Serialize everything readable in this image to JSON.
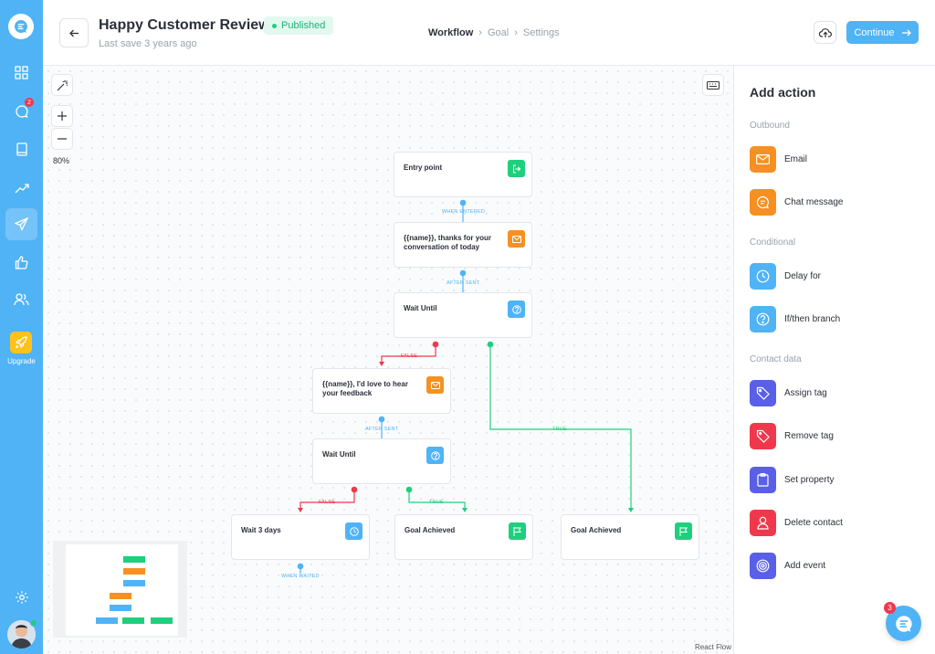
{
  "colors": {
    "rail": "#4fb3f6",
    "accent": "#4fb3f6",
    "green": "#1ed07d",
    "orange": "#f79021",
    "red": "#f0384c",
    "indigo": "#5a5fe8"
  },
  "sidebar": {
    "items": [
      {
        "icon": "dashboard-grid-icon"
      },
      {
        "icon": "chat-bubble-icon",
        "badge": "2"
      },
      {
        "icon": "book-icon"
      },
      {
        "icon": "trend-up-icon"
      },
      {
        "icon": "paper-plane-icon",
        "active": true
      },
      {
        "icon": "thumbs-up-icon"
      },
      {
        "icon": "users-icon"
      }
    ],
    "upgrade_label": "Upgrade",
    "settings_icon": "gear-icon"
  },
  "header": {
    "title": "Happy Customer Review",
    "status": "Published",
    "last_save": "Last save 3 years ago",
    "breadcrumb": [
      "Workflow",
      "Goal",
      "Settings"
    ],
    "continue_label": "Continue"
  },
  "canvas": {
    "zoom_label": "80%",
    "attribution": "React Flow",
    "nodes": [
      {
        "id": "entry",
        "label": "Entry point",
        "icon": "enter-icon",
        "color": "#1ed07d"
      },
      {
        "id": "msg1",
        "label": "{{name}}, thanks for your conversation of today",
        "icon": "mail-icon",
        "color": "#f79021"
      },
      {
        "id": "wait1",
        "label": "Wait Until",
        "icon": "question-icon",
        "color": "#4fb3f6"
      },
      {
        "id": "msg2",
        "label": "{{name}}, I'd love to hear your feedback",
        "icon": "mail-icon",
        "color": "#f79021"
      },
      {
        "id": "wait2",
        "label": "Wait Until",
        "icon": "question-icon",
        "color": "#4fb3f6"
      },
      {
        "id": "wait3",
        "label": "Wait 3 days",
        "icon": "clock-icon",
        "color": "#4fb3f6"
      },
      {
        "id": "goal1",
        "label": "Goal Achieved",
        "icon": "flag-icon",
        "color": "#1ed07d"
      },
      {
        "id": "goal2",
        "label": "Goal Achieved",
        "icon": "flag-icon",
        "color": "#1ed07d"
      }
    ],
    "edge_labels": {
      "when_entered": "WHEN ENTERED",
      "after_sent_1": "AFTER SENT",
      "after_sent_2": "AFTER SENT",
      "false_1": "FALSE",
      "true_1": "TRUE",
      "false_2": "FALSE",
      "true_2": "TRUE",
      "when_waited": "WHEN WAITED"
    }
  },
  "panel": {
    "title": "Add action",
    "sections": [
      {
        "title": "Outbound",
        "actions": [
          {
            "label": "Email",
            "icon": "mail-icon",
            "color": "#f79021"
          },
          {
            "label": "Chat message",
            "icon": "chat-bubble-icon",
            "color": "#f79021"
          }
        ]
      },
      {
        "title": "Conditional",
        "actions": [
          {
            "label": "Delay for",
            "icon": "clock-icon",
            "color": "#4fb3f6"
          },
          {
            "label": "If/then branch",
            "icon": "question-icon",
            "color": "#4fb3f6"
          }
        ]
      },
      {
        "title": "Contact data",
        "actions": [
          {
            "label": "Assign tag",
            "icon": "tag-icon",
            "color": "#5a5fe8"
          },
          {
            "label": "Remove tag",
            "icon": "tag-icon",
            "color": "#f0384c"
          },
          {
            "label": "Set property",
            "icon": "clipboard-icon",
            "color": "#5a5fe8"
          },
          {
            "label": "Delete contact",
            "icon": "user-icon",
            "color": "#f0384c"
          },
          {
            "label": "Add event",
            "icon": "target-icon",
            "color": "#5a5fe8"
          }
        ]
      }
    ]
  },
  "chat_widget": {
    "badge": "3"
  }
}
